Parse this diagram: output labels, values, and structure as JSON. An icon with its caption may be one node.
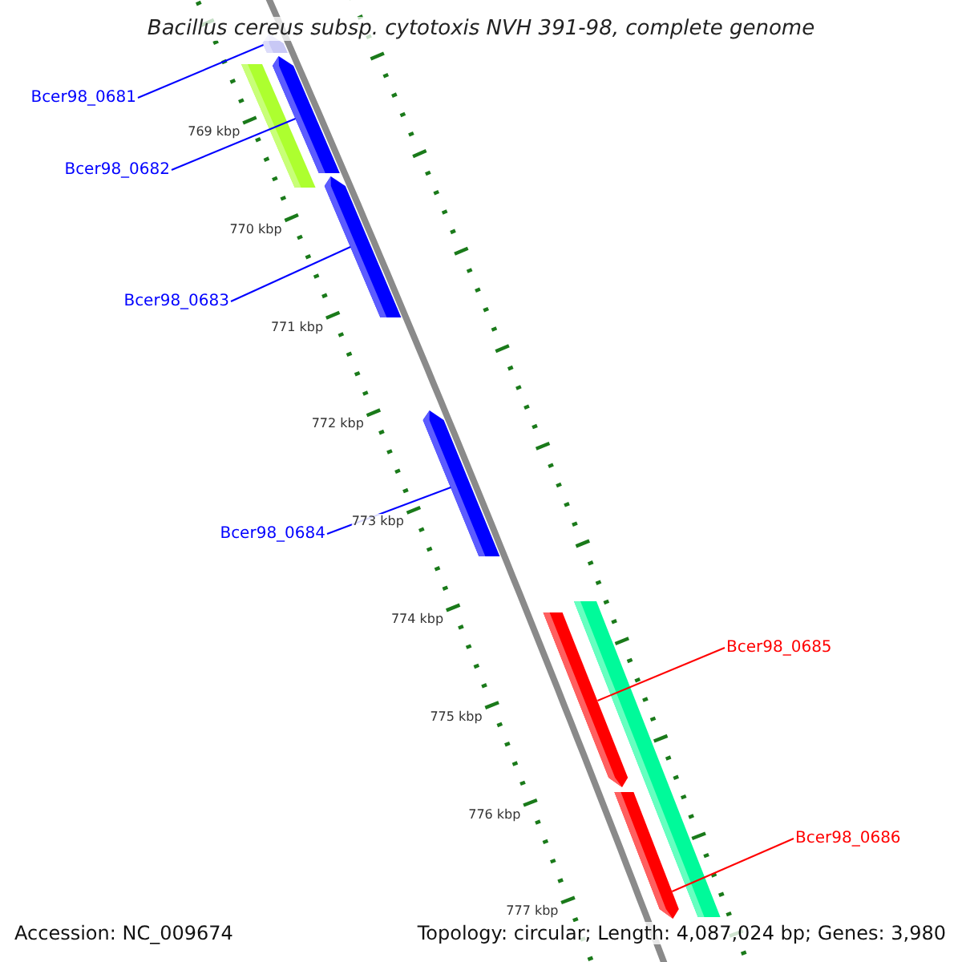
{
  "diagram": {
    "title": "Bacillus cereus subsp. cytotoxis NVH 391-98, complete genome",
    "nodes": [
      {
        "text": [
          "Bcer98_0681"
        ]
      },
      {
        "text": [],
        "shape": "bar"
      },
      {
        "text": [],
        "shape": "bar"
      },
      {
        "text": [],
        "shape": "bar"
      },
      {
        "text": [
          "Bcer98_0682"
        ]
      },
      {
        "text": [],
        "shape": "bar"
      },
      {
        "text": [
          "Bcer98_0683"
        ]
      },
      {
        "text": [],
        "shape": "bar"
      },
      {
        "text": [
          "Bcer98_0684"
        ]
      },
      {
        "text": [],
        "shape": "bar"
      },
      {
        "text": [],
        "shape": "bar"
      },
      {
        "text": [
          "Bcer98_0685"
        ]
      },
      {
        "text": [],
        "shape": "bar"
      },
      {
        "text": [
          "Bcer98_0686"
        ]
      }
    ],
    "edges": [
      {
        "from": 0,
        "to": 1,
        "arrow": "none"
      },
      {
        "from": 4,
        "to": 2,
        "arrow": "none"
      },
      {
        "from": 6,
        "to": 5,
        "arrow": "none"
      },
      {
        "from": 8,
        "to": 7,
        "arrow": "none"
      },
      {
        "from": 11,
        "to": 10,
        "arrow": "none",
        "color": "#ff0000"
      },
      {
        "from": 13,
        "to": 12,
        "arrow": "none",
        "color": "#ff0000"
      }
    ],
    "labels": [
      "769 kbp",
      "770 kbp",
      "771 kbp",
      "772 kbp",
      "773 kbp",
      "774 kbp",
      "775 kbp",
      "776 kbp",
      "777 kbp",
      "Accession: NC_009674",
      "Topology: circular; Length: 4,087,024 bp; Genes: 3,980"
    ]
  }
}
